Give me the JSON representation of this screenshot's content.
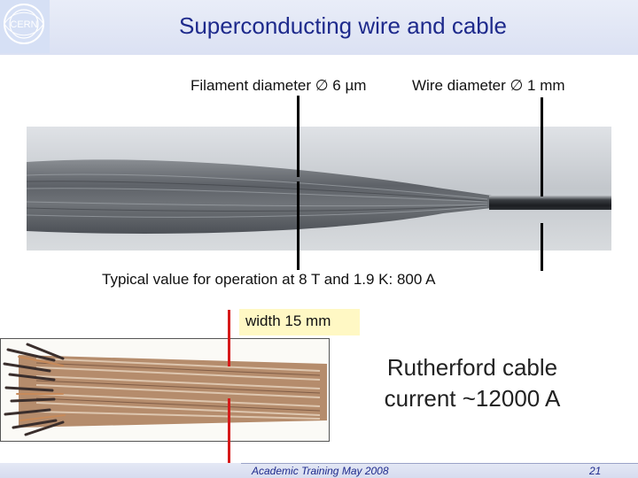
{
  "title": "Superconducting wire and cable",
  "logo": {
    "text": "CERN"
  },
  "labels": {
    "filament": "Filament diameter ∅ 6 µm",
    "wire": "Wire diameter ∅ 1 mm",
    "typical": "Typical value for operation at 8 T and 1.9 K: 800 A",
    "width": "width 15 mm"
  },
  "rutherford": {
    "line1": "Rutherford cable",
    "line2": "current ~12000 A"
  },
  "footer": {
    "text": "Academic Training May 2008",
    "page": "21"
  },
  "colors": {
    "title": "#1e2a8c",
    "marker_black": "#000000",
    "marker_red": "#d61a1a",
    "width_box": "#fff8c4"
  }
}
